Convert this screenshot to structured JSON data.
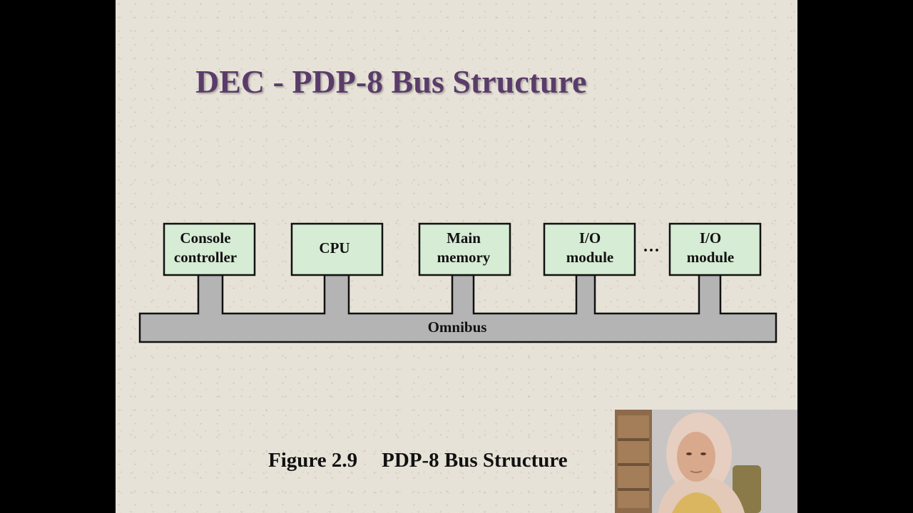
{
  "slide": {
    "title": "DEC - PDP-8 Bus Structure",
    "caption_number": "Figure 2.9",
    "caption_text": "PDP-8 Bus Structure"
  },
  "diagram": {
    "modules": [
      {
        "id": "console",
        "lines": [
          "Console",
          "controller"
        ]
      },
      {
        "id": "cpu",
        "lines": [
          "CPU"
        ]
      },
      {
        "id": "memory",
        "lines": [
          "Main",
          "memory"
        ]
      },
      {
        "id": "io1",
        "lines": [
          "I/O",
          "module"
        ]
      },
      {
        "id": "io2",
        "lines": [
          "I/O",
          "module"
        ]
      }
    ],
    "ellipsis": "...",
    "bus_label": "Omnibus"
  },
  "colors": {
    "module_fill": "#d6ecd4",
    "bus_fill": "#b4b4b4",
    "title": "#5a3c6a"
  }
}
